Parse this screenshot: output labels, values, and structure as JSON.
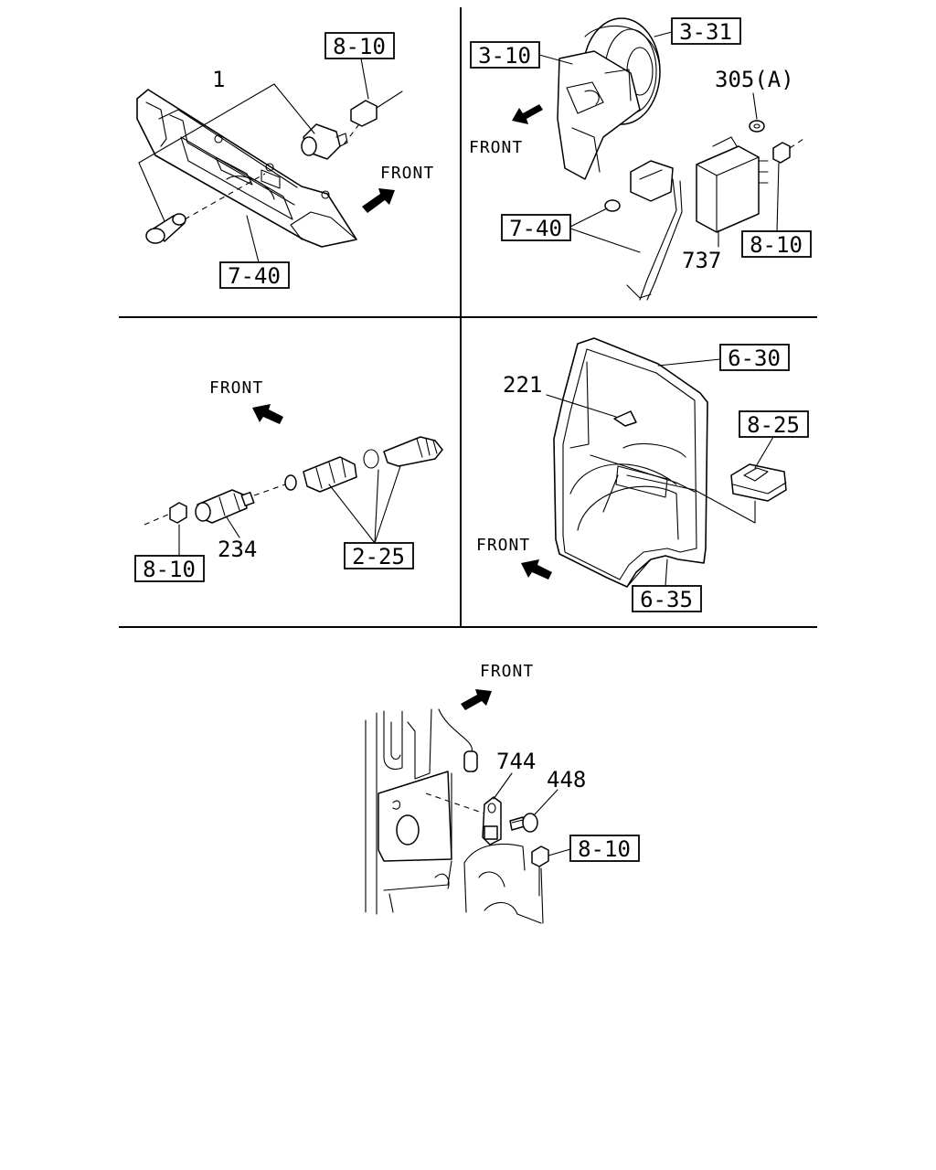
{
  "panels": {
    "top_left": {
      "part_labels": [
        "1"
      ],
      "ref_boxes": [
        "8-10",
        "7-40"
      ],
      "direction": "FRONT"
    },
    "top_right": {
      "part_labels": [
        "305(A)",
        "737"
      ],
      "ref_boxes": [
        "3-31",
        "3-10",
        "7-40",
        "8-10"
      ],
      "direction": "FRONT"
    },
    "middle_left": {
      "part_labels": [
        "234"
      ],
      "ref_boxes": [
        "8-10",
        "2-25"
      ],
      "direction": "FRONT"
    },
    "middle_right": {
      "part_labels": [
        "221"
      ],
      "ref_boxes": [
        "6-30",
        "8-25",
        "6-35"
      ],
      "direction": "FRONT"
    },
    "bottom": {
      "part_labels": [
        "744",
        "448"
      ],
      "ref_boxes": [
        "8-10"
      ],
      "direction": "FRONT"
    }
  }
}
